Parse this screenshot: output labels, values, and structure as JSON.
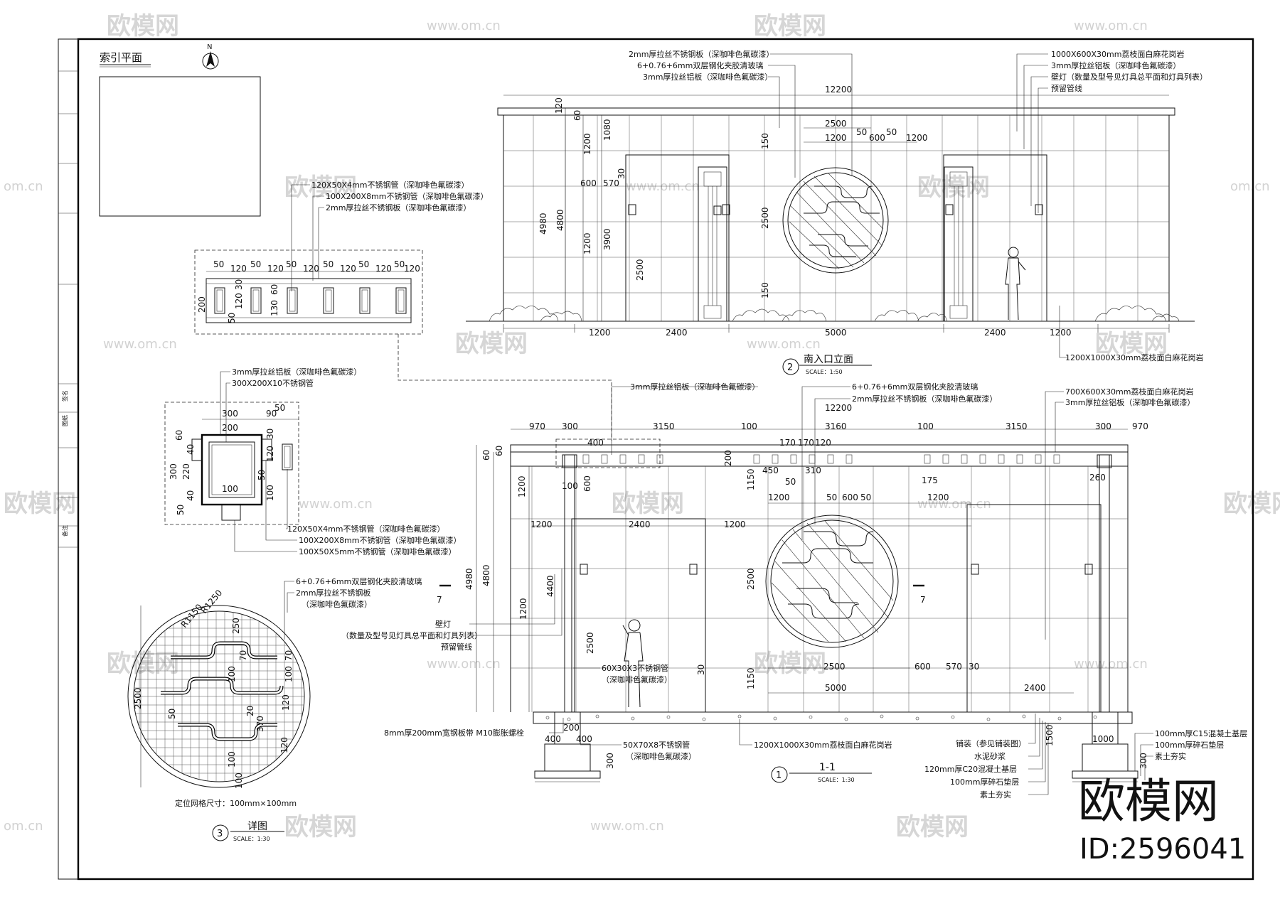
{
  "watermark": {
    "brand": "欧模网",
    "url": "www.om.cn",
    "url_short": "om.cn",
    "id_label": "ID:2596041"
  },
  "index_plan": {
    "title": "索引平面",
    "north": "N"
  },
  "views": {
    "south_elevation": {
      "number": "2",
      "title": "南入口立面",
      "scale": "SCALE：1:50"
    },
    "section": {
      "number": "1",
      "title": "1-1",
      "scale": "SCALE：1:30"
    },
    "detail": {
      "number": "3",
      "title": "详图",
      "scale": "SCALE：1:30",
      "grid_note": "定位网格尺寸：100mm×100mm"
    }
  },
  "elevation_notes_left": [
    "2mm厚拉丝不锈钢板（深咖啡色氟碳漆）",
    "6+0.76+6mm双层钢化夹胶清玻璃",
    "3mm厚拉丝铝板（深咖啡色氟碳漆）"
  ],
  "elevation_notes_right": [
    "1000X600X30mm荔枝面白麻花岗岩",
    "3mm厚拉丝铝板（深咖啡色氟碳漆）",
    "壁灯（数量及型号见灯具总平面和灯具列表）",
    "预留管线"
  ],
  "elevation_bottom_note": "1200X1000X30mm荔枝面白麻花岗岩",
  "elevation_dims_bottom": [
    "1200",
    "2400",
    "5000",
    "2400",
    "1200"
  ],
  "elevation_dims_top": [
    "12200",
    "2500",
    "1200",
    "50",
    "600",
    "50",
    "1200"
  ],
  "elevation_dims_left": [
    "120",
    "60",
    "1080",
    "1200",
    "600",
    "570",
    "30",
    "4980",
    "4800",
    "3900",
    "1200",
    "2500",
    "150",
    "2500",
    "150"
  ],
  "plan_detail_notes": [
    "120X50X4mm不锈钢管（深咖啡色氟碳漆）",
    "100X200X8mm不锈钢管（深咖啡色氟碳漆）",
    "2mm厚拉丝不锈钢板（深咖啡色氟碳漆）"
  ],
  "plan_detail_dims_top": [
    "50",
    "120",
    "50",
    "120",
    "50",
    "120",
    "50",
    "120",
    "50",
    "120",
    "50",
    "120"
  ],
  "plan_detail_dims_left": [
    "200",
    "50",
    "120",
    "30",
    "60",
    "130"
  ],
  "beam_section_notes_top": [
    "3mm厚拉丝铝板（深咖啡色氟碳漆）",
    "300X200X10不锈钢管"
  ],
  "beam_section_notes_bottom": [
    "120X50X4mm不锈钢管（深咖啡色氟碳漆）",
    "100X200X8mm不锈钢管（深咖啡色氟碳漆）",
    "100X50X5mm不锈钢管（深咖啡色氟碳漆）"
  ],
  "beam_section_dims": [
    "50",
    "300",
    "90",
    "200",
    "60",
    "40",
    "300",
    "220",
    "40",
    "50",
    "120",
    "30",
    "50",
    "100",
    "100"
  ],
  "section_notes_top": [
    "3mm厚拉丝铝板（深咖啡色氟碳漆）",
    "6+0.76+6mm双层钢化夹胶清玻璃",
    "2mm厚拉丝不锈钢板（深咖啡色氟碳漆）",
    "700X600X30mm荔枝面白麻花岗岩",
    "3mm厚拉丝铝板（深咖啡色氟碳漆）"
  ],
  "section_dims_top": [
    "12200",
    "970",
    "300",
    "3150",
    "100",
    "3160",
    "100",
    "3150",
    "300",
    "970"
  ],
  "section_dims_beam": [
    "400",
    "170",
    "170",
    "120",
    "450",
    "50",
    "310",
    "175",
    "200",
    "60",
    "60",
    "100",
    "600",
    "260"
  ],
  "section_dims_mid": [
    "1200",
    "1200",
    "50",
    "600",
    "50",
    "1200",
    "2400",
    "1200"
  ],
  "section_dims_left": [
    "4980",
    "4800",
    "4400",
    "1200",
    "1150",
    "2500",
    "1200",
    "30",
    "1150",
    "2500"
  ],
  "section_dims_bottom": [
    "2500",
    "600",
    "570",
    "30",
    "5000",
    "2400"
  ],
  "section_left_notes": [
    "壁灯",
    "（数量及型号见灯具总平面和灯具列表）",
    "预留管线"
  ],
  "section_pipe_note": [
    "60X30X3不锈钢管",
    "（深咖啡色氟碳漆）"
  ],
  "section_foot_notes": [
    "8mm厚200mm宽钢板带 M10膨胀螺栓",
    "50X70X8不锈钢管",
    "（深咖啡色氟碳漆）",
    "1200X1000X30mm荔枝面白麻花岗岩"
  ],
  "foundation_dims": [
    "400",
    "400",
    "200",
    "300",
    "1500",
    "1000",
    "300"
  ],
  "paving_layers": [
    "铺装（参见铺装图）",
    "水泥砂浆",
    "120mm厚C20混凝土基层",
    "100mm厚碎石垫层",
    "素土夯实"
  ],
  "foundation_layers_right": [
    "100mm厚C15混凝土基层",
    "100mm厚碎石垫层",
    "素土夯实"
  ],
  "section_marks": [
    "7",
    "7"
  ],
  "detail_notes": [
    "6+0.76+6mm双层钢化夹胶清玻璃",
    "2mm厚拉丝不锈钢板",
    "（深咖啡色氟碳漆）"
  ],
  "detail_dims": [
    "R1250",
    "R1150",
    "2500",
    "250",
    "70",
    "70",
    "100",
    "100",
    "370",
    "120",
    "100",
    "100",
    "20",
    "120",
    "50"
  ],
  "title_block_fragments": [
    "备注",
    "图纸",
    "签名"
  ]
}
